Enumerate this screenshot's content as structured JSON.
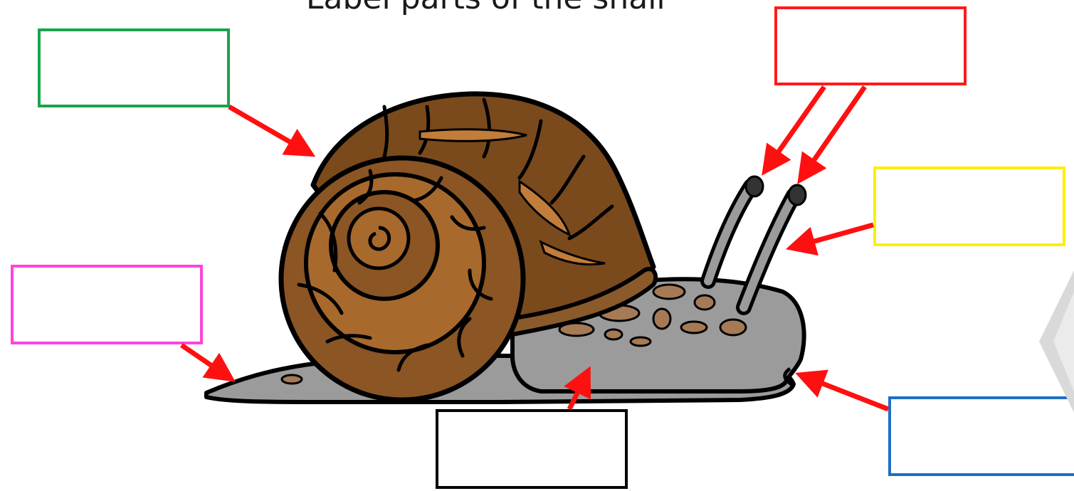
{
  "title": "Label parts of the snail",
  "colors": {
    "green": "#1aa34a",
    "red": "#ff1a1a",
    "yellow": "#ffee00",
    "magenta": "#ff44dd",
    "black": "#000000",
    "blue": "#1f6fc6",
    "arrow": "#ff1010",
    "shell_dark": "#7a4a1c",
    "shell_light": "#a8692c",
    "body": "#9b9b9b",
    "spots": "#a57a55"
  },
  "label_boxes": [
    {
      "id": "green",
      "label": ""
    },
    {
      "id": "red",
      "label": ""
    },
    {
      "id": "yellow",
      "label": ""
    },
    {
      "id": "magenta",
      "label": ""
    },
    {
      "id": "black",
      "label": ""
    },
    {
      "id": "blue",
      "label": ""
    }
  ]
}
